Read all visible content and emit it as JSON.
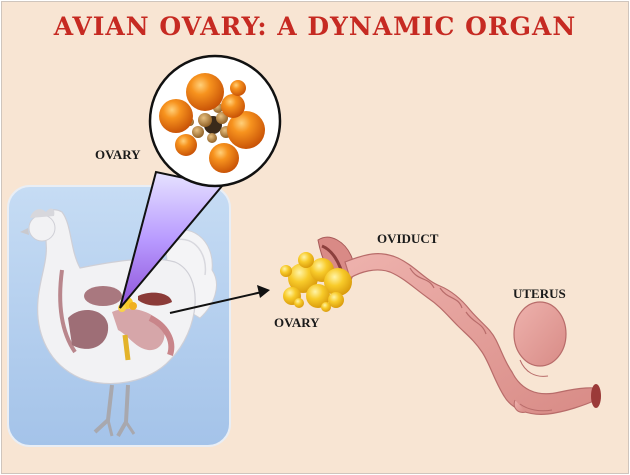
{
  "title": "AVIAN OVARY: A DYNAMIC ORGAN",
  "labels": {
    "ovary_top": "OVARY",
    "oviduct": "OVIDUCT",
    "uterus": "UTERUS",
    "ovary_bottom": "OVARY"
  },
  "colors": {
    "title": "#c62a22",
    "background": "#f8e5d3",
    "hen_panel": "#b6d0ee",
    "follicle_orange": "#f07a10",
    "follicle_yellow": "#f5c021",
    "oviduct_pink": "#e6a5a0",
    "zoom_purple": "#9b66e0"
  }
}
